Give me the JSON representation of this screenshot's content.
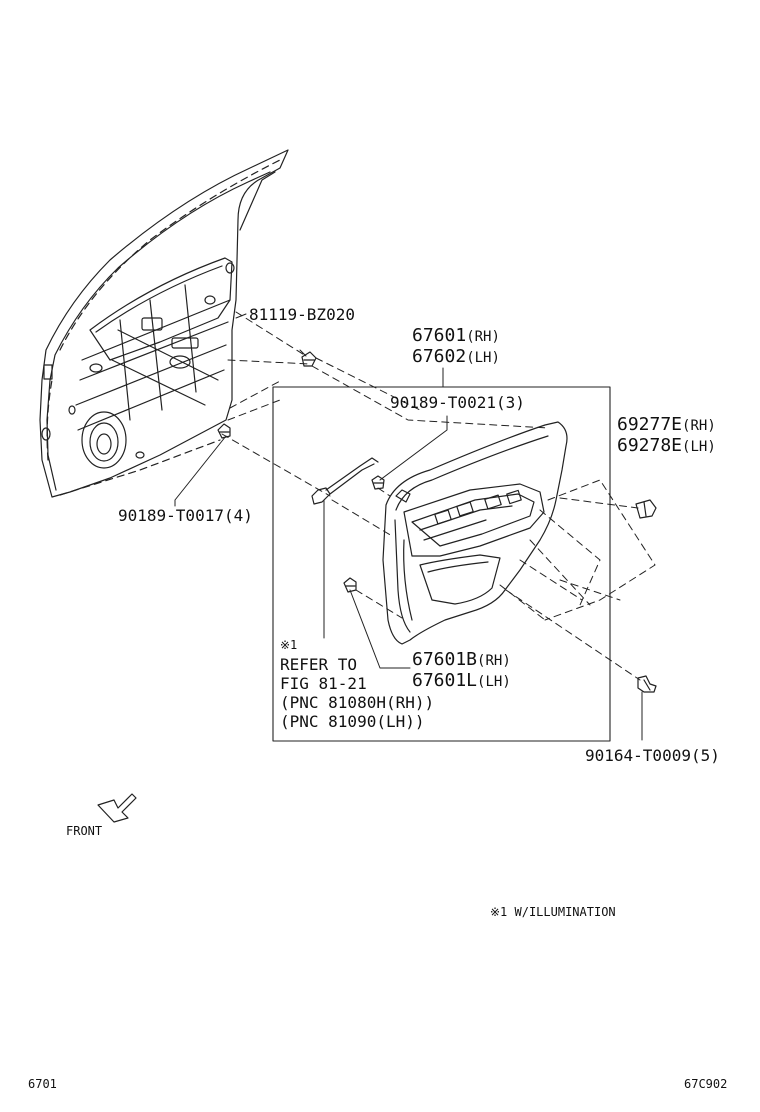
{
  "labels": {
    "p81119": "81119-BZ020",
    "p67601": "67601",
    "p67601_rh": "(RH)",
    "p67602": "67602",
    "p67602_lh": "(LH)",
    "p90189_t0021": "90189-T0021(3)",
    "p69277e": "69277E",
    "p69277e_rh": "(RH)",
    "p69278e": "69278E",
    "p69278e_lh": "(LH)",
    "p90189_t0017": "90189-T0017(4)",
    "note_mark": "※1",
    "note_line1": "REFER TO",
    "note_line2": "FIG 81-21",
    "note_line3": "(PNC 81080H(RH))",
    "note_line4": "(PNC 81090(LH))",
    "p67601b": "67601B",
    "p67601b_rh": "(RH)",
    "p67601l": "67601L",
    "p67601l_lh": "(LH)",
    "p90164": "90164-T0009(5)",
    "front": "FRONT",
    "illumination_note": "※1 W/ILLUMINATION",
    "fig_number": "6701",
    "fig_code": "67C902"
  }
}
